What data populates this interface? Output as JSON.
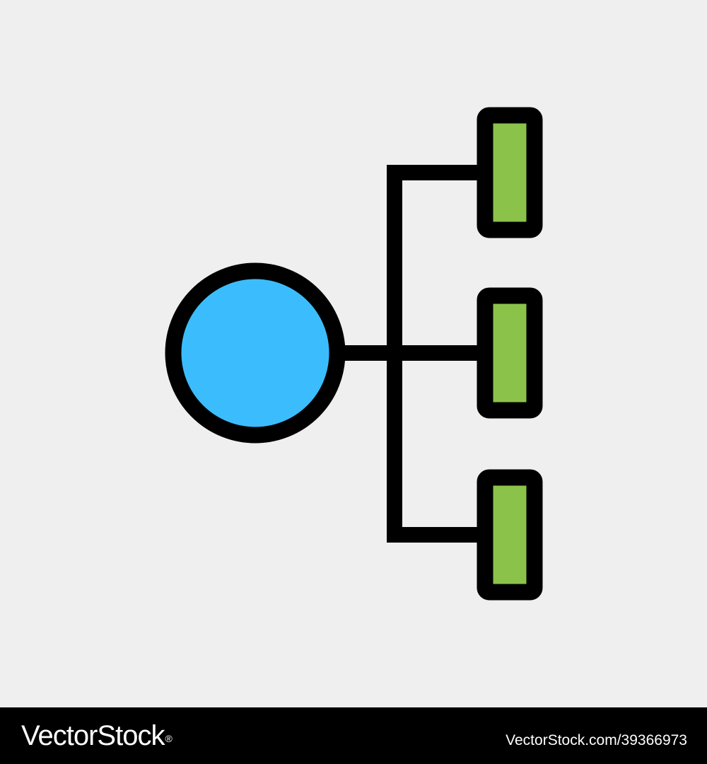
{
  "icon": {
    "name": "hierarchy-structure-icon",
    "colors": {
      "background": "#efefef",
      "outline": "#000000",
      "root_fill": "#3bbdfd",
      "child_fill": "#8bc34a"
    },
    "child_count": 3
  },
  "watermark": {
    "brand": "VectorStock",
    "reg_mark": "®",
    "image_id": "VectorStock.com/39366973"
  }
}
